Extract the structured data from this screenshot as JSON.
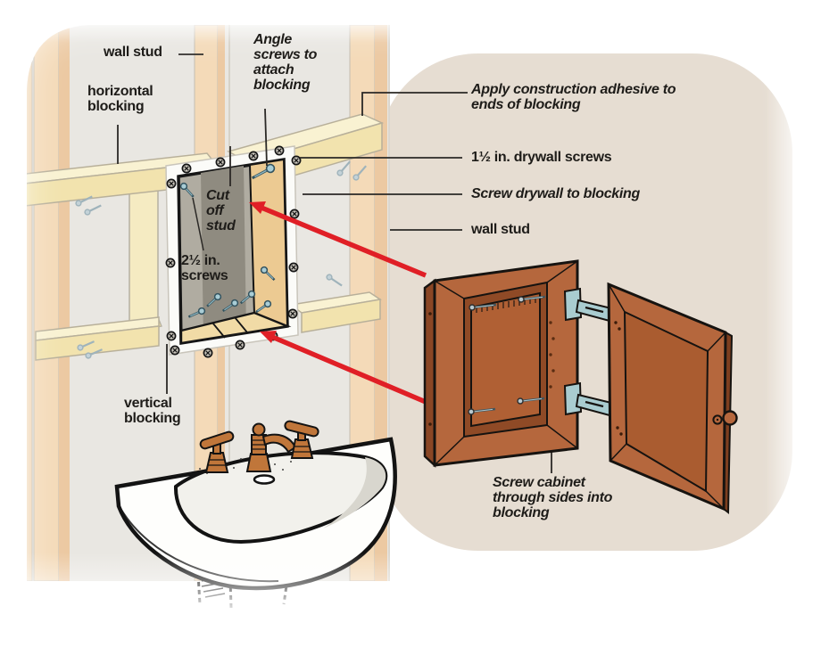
{
  "figure": {
    "title": "Recessed medicine cabinet blocking installation diagram",
    "labels": {
      "wall_stud_top": "wall stud",
      "horizontal_blocking": "horizontal blocking",
      "angle_screws": "Angle screws to attach blocking",
      "apply_adhesive": "Apply construction adhesive to ends of blocking",
      "drywall_screws": "1½ in. drywall screws",
      "screw_drywall": "Screw drywall to blocking",
      "wall_stud_right": "wall stud",
      "cut_off_stud": "Cut off stud",
      "screws_2_5": "2½ in. screws",
      "vertical_blocking": "vertical blocking",
      "screw_cabinet": "Screw cabinet through sides into blocking"
    },
    "colors": {
      "wall_drywall": "#e9e7e2",
      "backdrop": "#e6ddd2",
      "stud": "#f4dab8",
      "stud_shade": "#ecc9a2",
      "blocking": "#f2e3ae",
      "blocking_top": "#f9f2d2",
      "opening_interior": "#b0aca1",
      "cut_stud_shadow": "#8f8b80",
      "opening_blocking": "#ecca92",
      "cabinet_brown": "#b5673d",
      "cabinet_dark": "#8a4625",
      "hinge_blue": "#a9ccd0",
      "arrow_red": "#e01f26",
      "label_text": "#1e1c19",
      "sink_white": "#fefefc",
      "faucet_brass": "#c0763a"
    }
  }
}
